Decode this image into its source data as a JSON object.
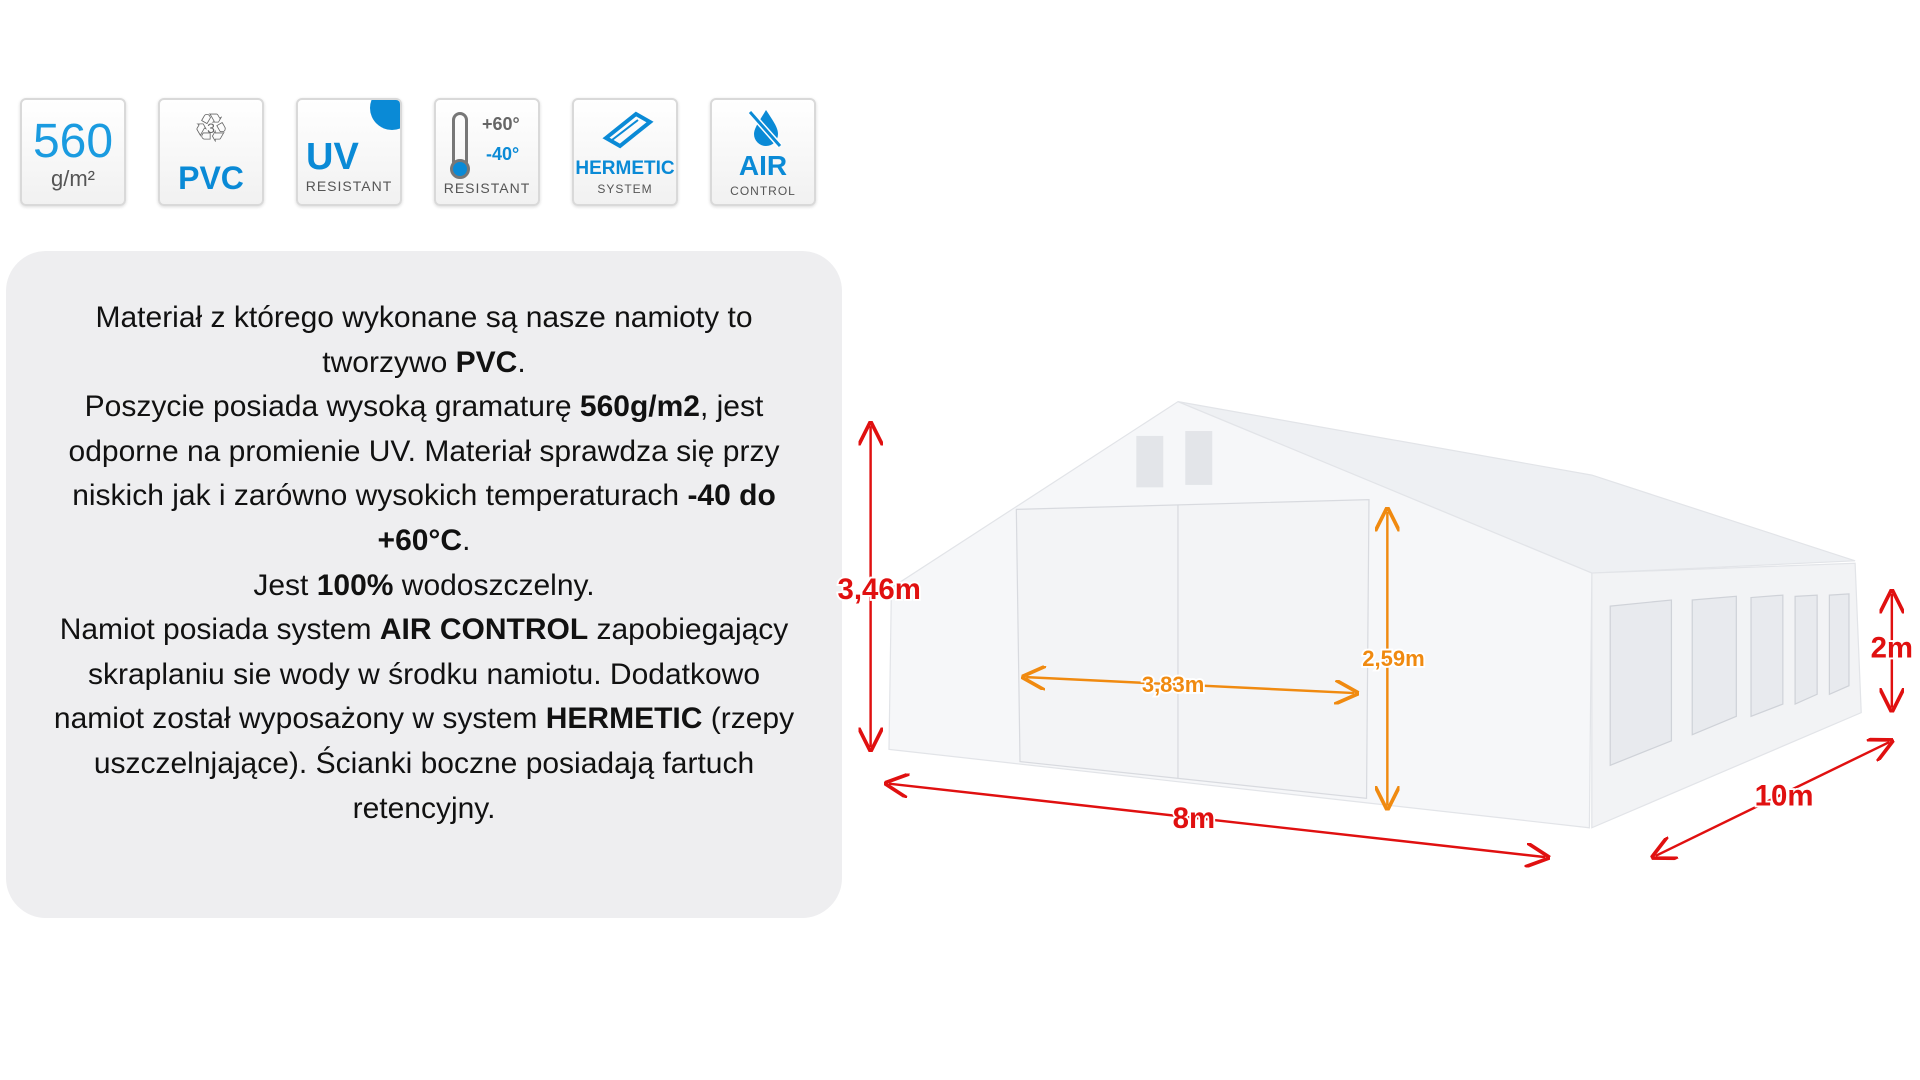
{
  "features": {
    "gramature": {
      "value": "560",
      "unit": "g/m²"
    },
    "pvc": {
      "recycle_number": "3",
      "label": "PVC"
    },
    "uv": {
      "label": "UV",
      "sub": "RESISTANT"
    },
    "temperature": {
      "max": "+60°",
      "min": "-40°",
      "sub": "RESISTANT"
    },
    "hermetic": {
      "label": "HERMETIC",
      "sub": "SYSTEM"
    },
    "air": {
      "label": "AIR",
      "sub": "CONTROL"
    }
  },
  "description": {
    "p1a": "Materiał z którego wykonane są nasze namioty to tworzywo ",
    "p1b": "PVC",
    "p1c": ".",
    "p2a": "Poszycie posiada wysoką gramaturę ",
    "p2b": "560g/m2",
    "p2c": ", jest odporne na promienie UV. Materiał sprawdza się przy niskich jak i zarówno wysokich temperaturach ",
    "p2d": "-40 do +60°C",
    "p2e": ".",
    "p3a": "Jest ",
    "p3b": "100%",
    "p3c": " wodoszczelny.",
    "p4a": "Namiot posiada system ",
    "p4b": "AIR CONTROL",
    "p4c": " zapobiegający skraplaniu sie wody w środku namiotu. Dodatkowo namiot został wyposażony w system ",
    "p4d": "HERMETIC",
    "p4e": " (rzepy uszczelnjające). Ścianki boczne posiadają fartuch retencyjny."
  },
  "dimensions": {
    "total_height": "3,46m",
    "door_width": "3,83m",
    "door_height": "2,59m",
    "width": "8m",
    "length": "10m",
    "side_height": "2m"
  },
  "colors": {
    "red": "#e01010",
    "orange": "#f08a10",
    "blue": "#0a8ad6",
    "panel": "#eeeef0"
  }
}
